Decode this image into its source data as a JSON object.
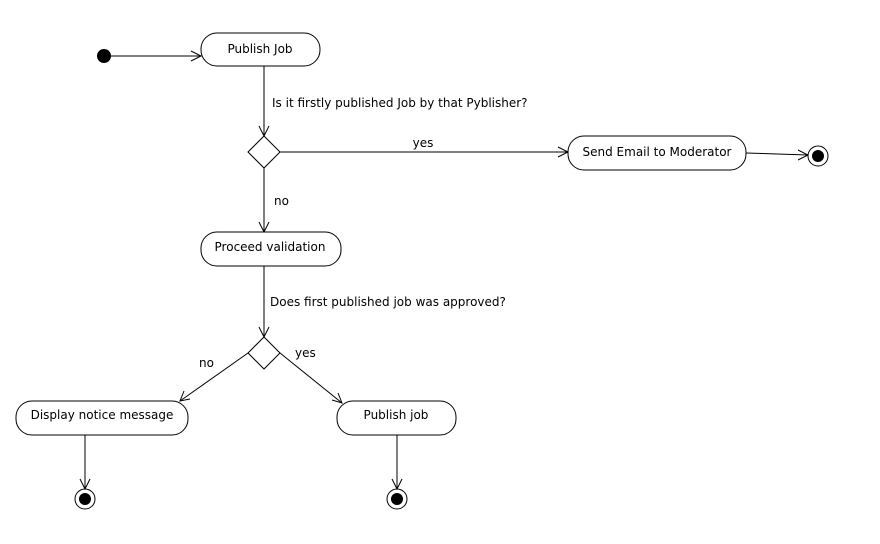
{
  "nodes": {
    "publish_job": "Publish Job",
    "send_email": "Send Email to Moderator",
    "proceed_validation": "Proceed validation",
    "display_notice": "Display notice message",
    "publish_job_final": "Publish job"
  },
  "labels": {
    "first_published_question": "Is it firstly published Job by that Pyblisher?",
    "first_yes": "yes",
    "first_no": "no",
    "approved_question": "Does first published job was approved?",
    "approved_no": "no",
    "approved_yes": "yes"
  }
}
